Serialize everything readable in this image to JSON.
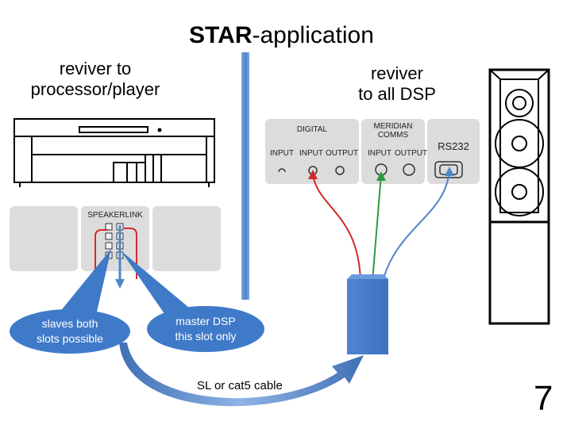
{
  "title": {
    "bold": "STAR",
    "rest": "-application"
  },
  "left_heading": [
    "reviver to",
    "processor/player"
  ],
  "right_heading": [
    "reviver",
    "to all DSP"
  ],
  "speakerlink_label": "SPEAKERLINK",
  "rear_panel": {
    "digital_label": "DIGITAL",
    "meridian_comms_label": [
      "MERIDIAN",
      "COMMS"
    ],
    "rs232_label": "RS232",
    "ports": [
      "INPUT",
      "INPUT",
      "OUTPUT",
      "INPUT",
      "OUTPUT"
    ]
  },
  "bubbles": {
    "slaves": [
      "slaves both",
      "slots possible"
    ],
    "master": [
      "master DSP",
      "this slot only"
    ]
  },
  "cable_label": "SL or cat5 cable",
  "page_number": "7",
  "colors": {
    "red": "#d42a2a",
    "green": "#2e9a3c",
    "blue": "#4f86c6",
    "bubble": "#3f7ac8"
  }
}
